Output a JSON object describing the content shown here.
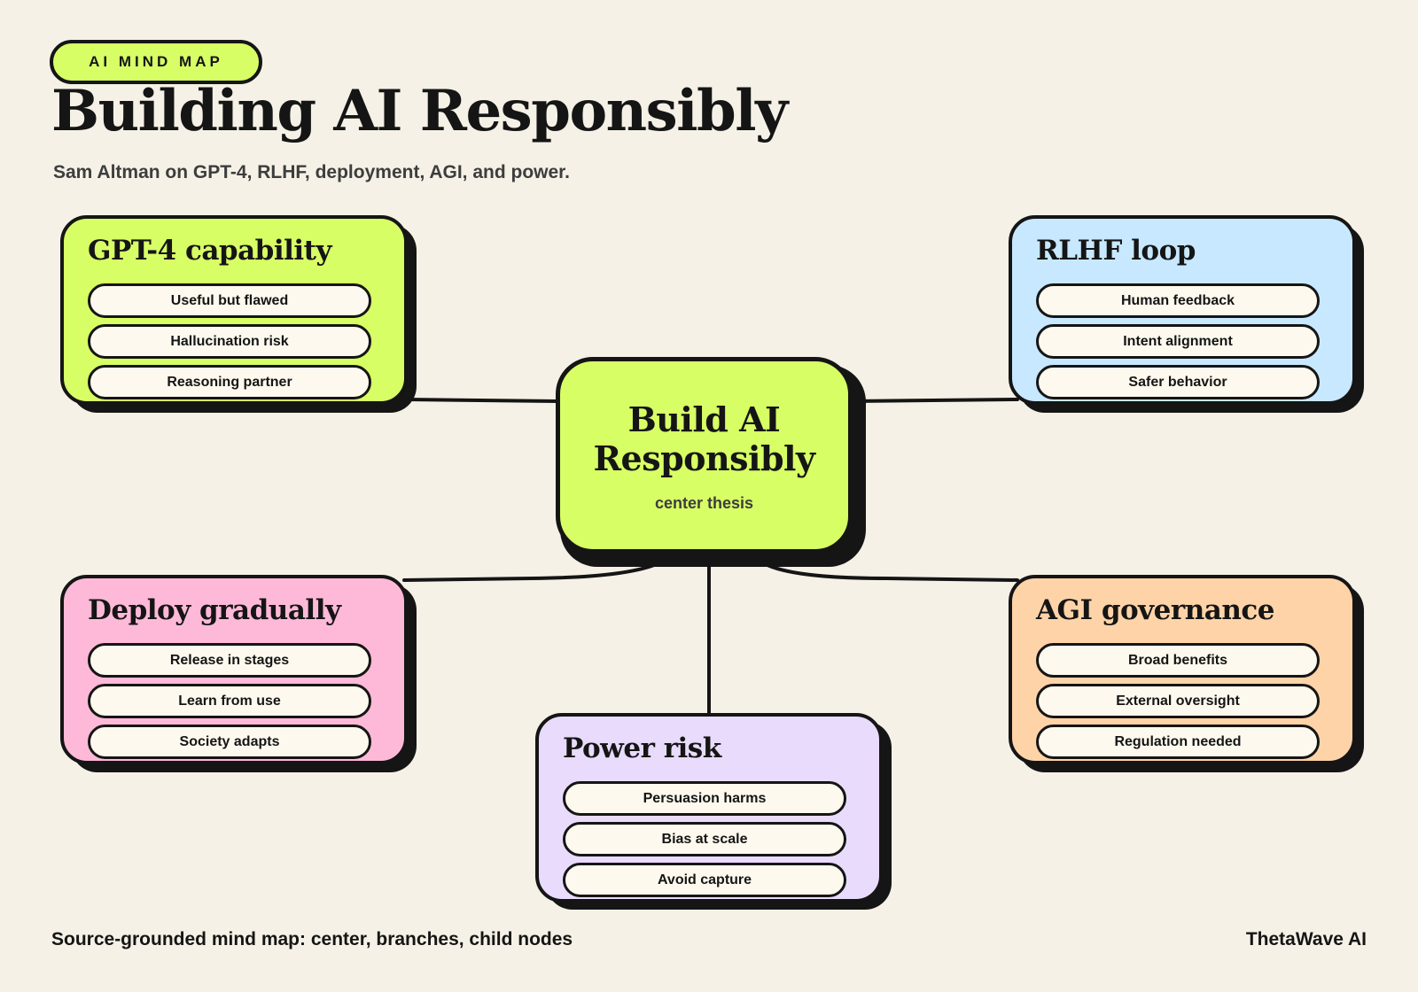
{
  "header": {
    "badge": "AI MIND MAP",
    "title": "Building AI Responsibly",
    "subtitle": "Sam Altman on GPT-4, RLHF, deployment, AGI, and power."
  },
  "center": {
    "title_line1": "Build AI",
    "title_line2": "Responsibly",
    "caption": "center thesis",
    "color": "#d8fe66"
  },
  "branches": [
    {
      "title": "GPT-4 capability",
      "color": "#d8fe66",
      "children": [
        "Useful but flawed",
        "Hallucination risk",
        "Reasoning partner"
      ]
    },
    {
      "title": "RLHF loop",
      "color": "#c7e8ff",
      "children": [
        "Human feedback",
        "Intent alignment",
        "Safer behavior"
      ]
    },
    {
      "title": "Deploy gradually",
      "color": "#ffb9d8",
      "children": [
        "Release in stages",
        "Learn from use",
        "Society adapts"
      ]
    },
    {
      "title": "AGI governance",
      "color": "#ffd3a8",
      "children": [
        "Broad benefits",
        "External oversight",
        "Regulation needed"
      ]
    },
    {
      "title": "Power risk",
      "color": "#e9dbfc",
      "children": [
        "Persuasion harms",
        "Bias at scale",
        "Avoid capture"
      ]
    }
  ],
  "footer": {
    "left": "Source-grounded mind map: center, branches, child nodes",
    "right": "ThetaWave AI"
  },
  "theme": {
    "background": "#f5f1e6",
    "ink": "#151515",
    "pill": "#fdf9ee"
  }
}
